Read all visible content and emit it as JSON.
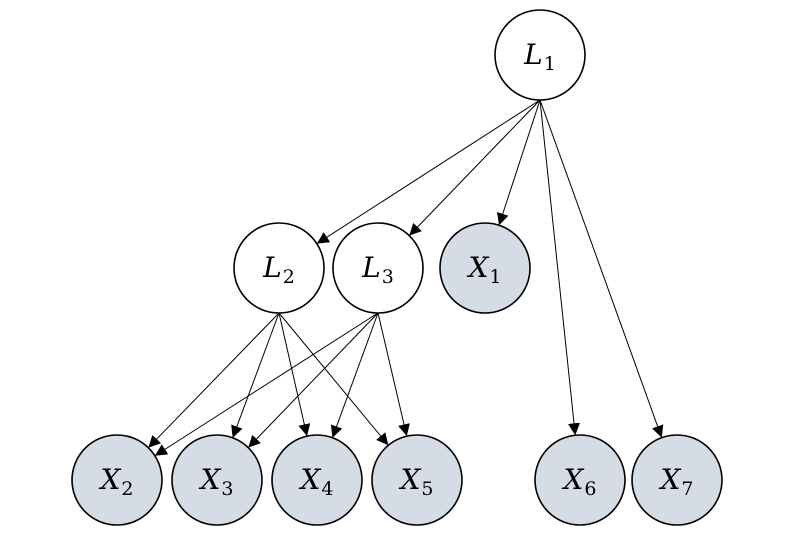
{
  "colors": {
    "latent_fill": "#ffffff",
    "observed_fill": "#d6dce5",
    "stroke": "#000000"
  },
  "nodes": [
    {
      "id": "L1",
      "var": "L",
      "sub": "1",
      "kind": "latent"
    },
    {
      "id": "L2",
      "var": "L",
      "sub": "2",
      "kind": "latent"
    },
    {
      "id": "L3",
      "var": "L",
      "sub": "3",
      "kind": "latent"
    },
    {
      "id": "X1",
      "var": "X",
      "sub": "1",
      "kind": "observed"
    },
    {
      "id": "X2",
      "var": "X",
      "sub": "2",
      "kind": "observed"
    },
    {
      "id": "X3",
      "var": "X",
      "sub": "3",
      "kind": "observed"
    },
    {
      "id": "X4",
      "var": "X",
      "sub": "4",
      "kind": "observed"
    },
    {
      "id": "X5",
      "var": "X",
      "sub": "5",
      "kind": "observed"
    },
    {
      "id": "X6",
      "var": "X",
      "sub": "6",
      "kind": "observed"
    },
    {
      "id": "X7",
      "var": "X",
      "sub": "7",
      "kind": "observed"
    }
  ],
  "edges": [
    {
      "from": "L1",
      "to": "L2"
    },
    {
      "from": "L1",
      "to": "L3"
    },
    {
      "from": "L1",
      "to": "X1"
    },
    {
      "from": "L1",
      "to": "X6"
    },
    {
      "from": "L1",
      "to": "X7"
    },
    {
      "from": "L2",
      "to": "X2"
    },
    {
      "from": "L2",
      "to": "X3"
    },
    {
      "from": "L2",
      "to": "X4"
    },
    {
      "from": "L2",
      "to": "X5"
    },
    {
      "from": "L3",
      "to": "X2"
    },
    {
      "from": "L3",
      "to": "X3"
    },
    {
      "from": "L3",
      "to": "X4"
    },
    {
      "from": "L3",
      "to": "X5"
    }
  ]
}
